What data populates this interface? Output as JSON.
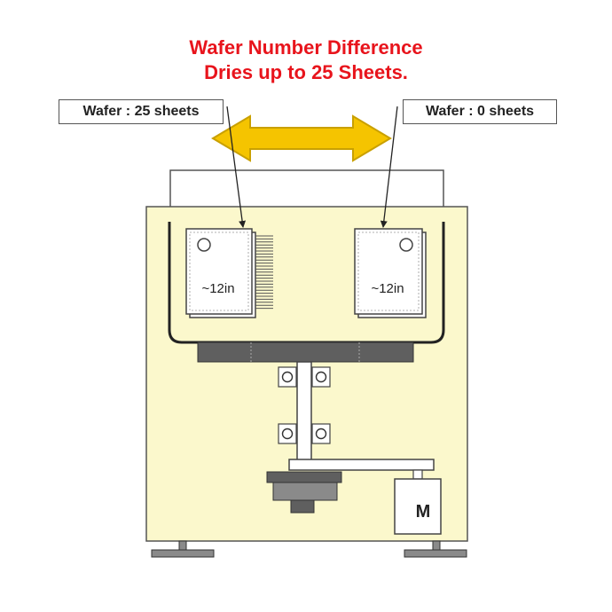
{
  "title": {
    "line1": "Wafer Number Difference",
    "line2": "Dries up to 25 Sheets."
  },
  "labels": {
    "left": "Wafer : 25 sheets",
    "right": "Wafer : 0 sheets"
  },
  "cassettes": {
    "left_size": "~12in",
    "right_size": "~12in"
  },
  "motor": {
    "label": "M"
  },
  "colors": {
    "title": "#e8141c",
    "chamber_fill": "#fbf8cc",
    "arrow_fill": "#f5c400",
    "arrow_stroke": "#c9a000",
    "dark_gray": "#5f5f5f",
    "mid_gray": "#8a8a8a"
  },
  "icons": {
    "transfer_arrow": "double-headed-arrow-icon",
    "motor": "motor-icon",
    "bearing": "bearing-icon"
  }
}
